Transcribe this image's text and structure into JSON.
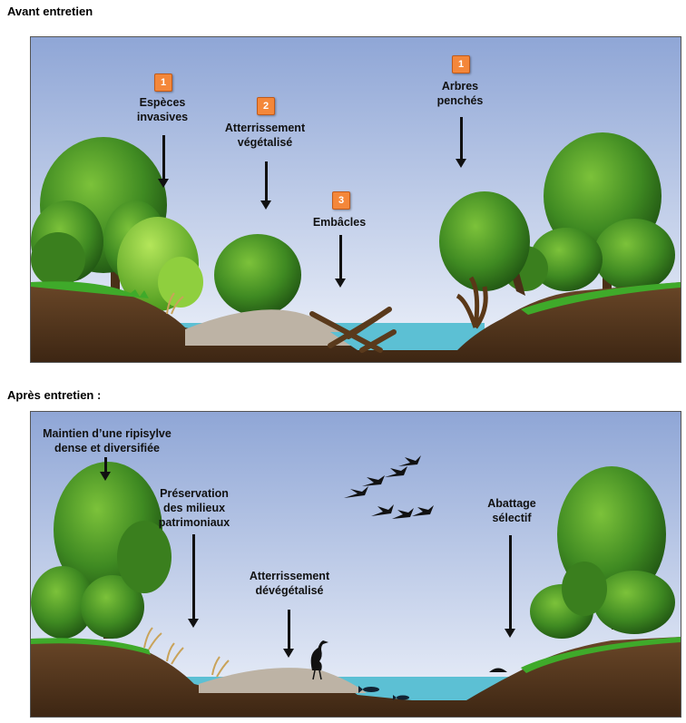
{
  "before": {
    "title": "Avant entretien",
    "labels": {
      "invasives": "Espèces\ninvasives",
      "atterrissement": "Atterrissement\nvégétalisé",
      "embacles": "Embâcles",
      "arbres": "Arbres\npenchés"
    },
    "badges": {
      "invasives": "1",
      "atterrissement": "2",
      "embacles": "3",
      "arbres": "1"
    }
  },
  "after": {
    "title": "Après entretien :",
    "labels": {
      "ripisylve": "Maintien d’une ripisylve\ndense et diversifiée",
      "preservation": "Préservation\ndes milieux\npatrimoniaux",
      "atterrissement": "Atterrissement\ndévégétalisé",
      "abattage": "Abattage\nsélectif"
    }
  },
  "colors": {
    "sky_top": "#8fa6d6",
    "sky_bottom": "#e8eef8",
    "water": "#5cc0d4",
    "soil": "#5a3b22",
    "grass": "#3faa2a",
    "gravel": "#bdb3a5",
    "tree_dark": "#2f6e1c",
    "tree_light": "#6cb832",
    "badge": "#f4873a"
  }
}
